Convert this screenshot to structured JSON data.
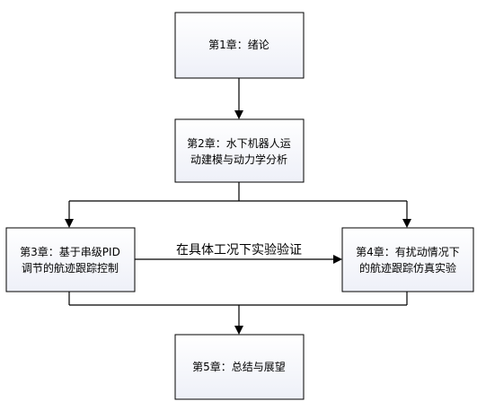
{
  "colors": {
    "box_fill_top": "#ffffff",
    "box_fill_bottom": "#eef0f8",
    "stroke": "#000000",
    "background": "#ffffff"
  },
  "nodes": {
    "ch1": {
      "lines": [
        "第1章：绪论"
      ]
    },
    "ch2": {
      "lines": [
        "第2章：水下机器人运",
        "动建模与动力学分析"
      ]
    },
    "ch3": {
      "lines": [
        "第3章：基于串级PID",
        "调节的航迹跟踪控制"
      ]
    },
    "ch4": {
      "lines": [
        "第4章：有扰动情况下",
        "的航迹跟踪仿真实验"
      ]
    },
    "ch5": {
      "lines": [
        "第5章：总结与展望"
      ]
    }
  },
  "edge_label": "在具体工况下实验验证"
}
